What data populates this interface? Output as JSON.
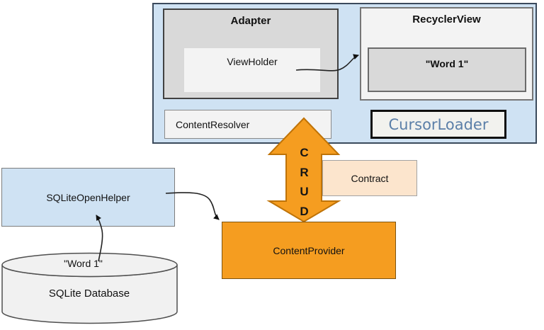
{
  "colors": {
    "panel_blue": "#cfe2f3",
    "box_gray": "#d9d9d9",
    "box_light": "#f3f3f3",
    "orange": "#f59d20",
    "peach": "#fce5cd",
    "cursor_loader_text": "#5b7fa8"
  },
  "boxes": {
    "adapter": {
      "label": "Adapter"
    },
    "viewholder": {
      "label": "ViewHolder"
    },
    "recyclerview": {
      "label": "RecyclerView"
    },
    "recycler_item": {
      "label": "\"Word 1\""
    },
    "content_resolver": {
      "label": "ContentResolver"
    },
    "cursor_loader": {
      "label": "CursorLoader"
    },
    "sqlite_open_helper": {
      "label": "SQLiteOpenHelper"
    },
    "contract": {
      "label": "Contract"
    },
    "content_provider": {
      "label": "ContentProvider"
    }
  },
  "database": {
    "record_label": "\"Word 1\"",
    "label": "SQLite Database"
  },
  "crud": {
    "letters": [
      "C",
      "R",
      "U",
      "D"
    ]
  },
  "connections": [
    {
      "from": "viewholder",
      "to": "recycler-item"
    },
    {
      "from": "sqlite-open-helper",
      "to": "content-provider"
    },
    {
      "from": "database-record",
      "to": "sqlite-open-helper"
    }
  ]
}
